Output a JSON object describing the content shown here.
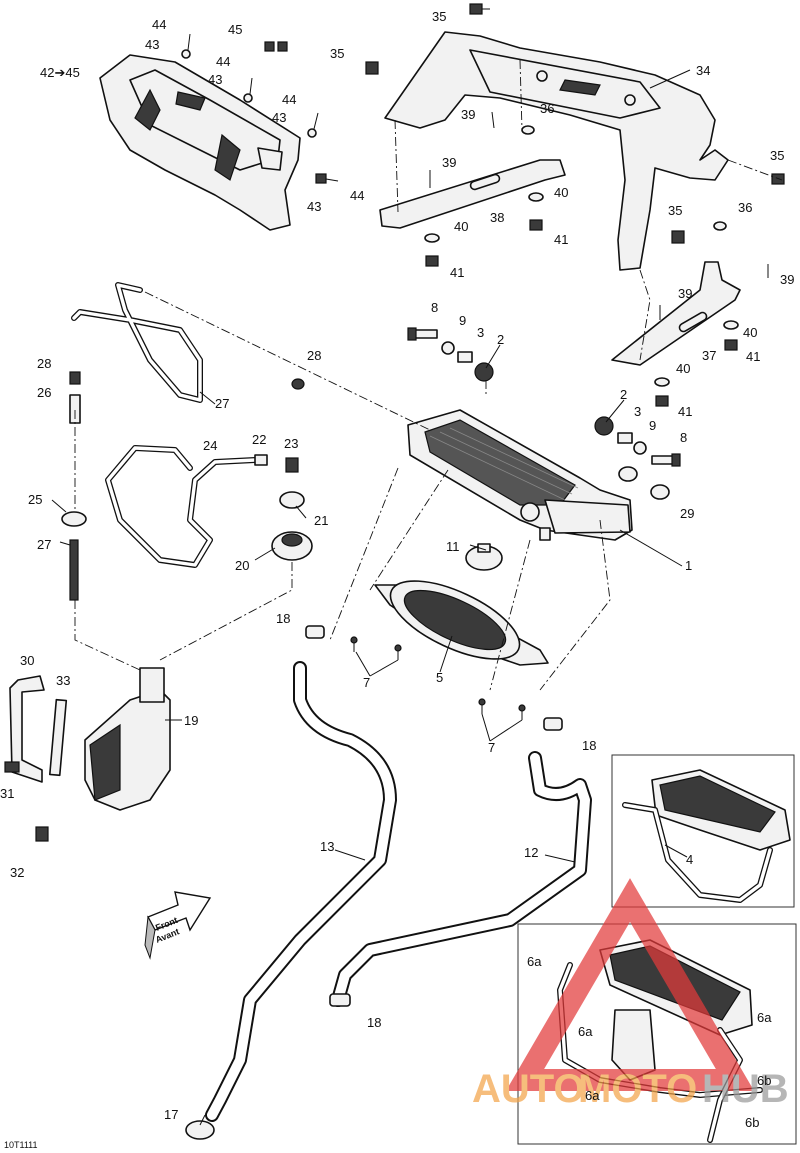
{
  "labels": {
    "p1": "1",
    "p2a": "2",
    "p2b": "2",
    "p3a": "3",
    "p3b": "3",
    "p4": "4",
    "p5": "5",
    "p6a_1": "6a",
    "p6a_2": "6a",
    "p6a_3": "6a",
    "p6a_4": "6a",
    "p6b_1": "6b",
    "p6b_2": "6b",
    "p7a": "7",
    "p7b": "7",
    "p8a": "8",
    "p8b": "8",
    "p9a": "9",
    "p9b": "9",
    "p11": "11",
    "p12": "12",
    "p13": "13",
    "p17": "17",
    "p18a": "18",
    "p18b": "18",
    "p18c": "18",
    "p19": "19",
    "p20": "20",
    "p21": "21",
    "p22": "22",
    "p23": "23",
    "p24": "24",
    "p25": "25",
    "p26": "26",
    "p27a": "27",
    "p27b": "27",
    "p28a": "28",
    "p28b": "28",
    "p29": "29",
    "p30": "30",
    "p31": "31",
    "p32": "32",
    "p33": "33",
    "p34": "34",
    "p35a": "35",
    "p35b": "35",
    "p35c": "35",
    "p35d": "35",
    "p36a": "36",
    "p36b": "36",
    "p37": "37",
    "p38": "38",
    "p39a": "39",
    "p39b": "39",
    "p39c": "39",
    "p39d": "39",
    "p40a": "40",
    "p40b": "40",
    "p40c": "40",
    "p40d": "40",
    "p41a": "41",
    "p41b": "41",
    "p41c": "41",
    "p41d": "41",
    "p42_45": "42➔45",
    "p43a": "43",
    "p43b": "43",
    "p43c": "43",
    "p43d": "43",
    "p44a": "44",
    "p44b": "44",
    "p44c": "44",
    "p44d": "44",
    "p45": "45"
  },
  "front_arrow": {
    "line1": "Front",
    "line2": "Avant"
  },
  "figure_code": "10T1111",
  "watermark": {
    "text_left": "AUTO",
    "text_mid": "MOTO",
    "text_right": "HUB",
    "color_red": "#e23a3a",
    "color_orange": "#f3a54a",
    "color_grey": "#9a9a9a"
  }
}
